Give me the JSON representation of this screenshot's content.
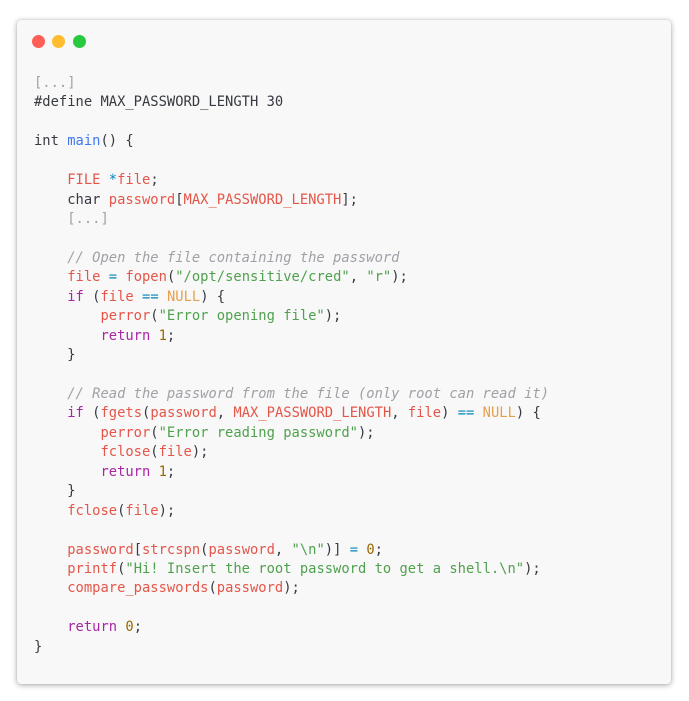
{
  "window": {
    "buttons": [
      {
        "name": "close-button",
        "color": "#ff5f56"
      },
      {
        "name": "minimize-button",
        "color": "#ffbd2e"
      },
      {
        "name": "maximize-button",
        "color": "#27c93f"
      }
    ]
  },
  "colors": {
    "plain": "#383a42",
    "comment": "#a0a1a7",
    "keyword": "#a626a4",
    "function": "#4078f2",
    "variable": "#e45649",
    "string": "#50a14f",
    "number": "#986801",
    "operator": "#0184bc",
    "null": "#e5a04d"
  },
  "code_lines": [
    [
      [
        "[...]",
        "comment"
      ]
    ],
    [
      [
        "#define MAX_PASSWORD_LENGTH 30",
        "plain"
      ]
    ],
    [],
    [
      [
        "int ",
        "plain"
      ],
      [
        "main",
        "function"
      ],
      [
        "() {",
        "plain"
      ]
    ],
    [],
    [
      [
        "    ",
        "plain"
      ],
      [
        "FILE ",
        "variable"
      ],
      [
        "*",
        "operator"
      ],
      [
        "file",
        "variable"
      ],
      [
        ";",
        "plain"
      ]
    ],
    [
      [
        "    char ",
        "plain"
      ],
      [
        "password",
        "variable"
      ],
      [
        "[",
        "plain"
      ],
      [
        "MAX_PASSWORD_LENGTH",
        "variable"
      ],
      [
        "];",
        "plain"
      ]
    ],
    [
      [
        "    ",
        "plain"
      ],
      [
        "[...]",
        "comment"
      ]
    ],
    [],
    [
      [
        "    ",
        "plain"
      ],
      [
        "// Open the file containing the password",
        "comment"
      ]
    ],
    [
      [
        "    ",
        "plain"
      ],
      [
        "file",
        "variable"
      ],
      [
        " = ",
        "operator"
      ],
      [
        "fopen",
        "variable"
      ],
      [
        "(",
        "plain"
      ],
      [
        "\"/opt/sensitive/cred\"",
        "string"
      ],
      [
        ", ",
        "plain"
      ],
      [
        "\"r\"",
        "string"
      ],
      [
        ");",
        "plain"
      ]
    ],
    [
      [
        "    ",
        "plain"
      ],
      [
        "if",
        "keyword"
      ],
      [
        " (",
        "plain"
      ],
      [
        "file",
        "variable"
      ],
      [
        " == ",
        "operator"
      ],
      [
        "NULL",
        "null"
      ],
      [
        ") {",
        "plain"
      ]
    ],
    [
      [
        "        ",
        "plain"
      ],
      [
        "perror",
        "variable"
      ],
      [
        "(",
        "plain"
      ],
      [
        "\"Error opening file\"",
        "string"
      ],
      [
        ");",
        "plain"
      ]
    ],
    [
      [
        "        ",
        "plain"
      ],
      [
        "return",
        "keyword"
      ],
      [
        " ",
        "plain"
      ],
      [
        "1",
        "number"
      ],
      [
        ";",
        "plain"
      ]
    ],
    [
      [
        "    }",
        "plain"
      ]
    ],
    [],
    [
      [
        "    ",
        "plain"
      ],
      [
        "// Read the password from the file (only root can read it)",
        "comment"
      ]
    ],
    [
      [
        "    ",
        "plain"
      ],
      [
        "if",
        "keyword"
      ],
      [
        " (",
        "plain"
      ],
      [
        "fgets",
        "variable"
      ],
      [
        "(",
        "plain"
      ],
      [
        "password",
        "variable"
      ],
      [
        ", ",
        "plain"
      ],
      [
        "MAX_PASSWORD_LENGTH",
        "variable"
      ],
      [
        ", ",
        "plain"
      ],
      [
        "file",
        "variable"
      ],
      [
        ") ",
        "plain"
      ],
      [
        "==",
        "operator"
      ],
      [
        " ",
        "plain"
      ],
      [
        "NULL",
        "null"
      ],
      [
        ") {",
        "plain"
      ]
    ],
    [
      [
        "        ",
        "plain"
      ],
      [
        "perror",
        "variable"
      ],
      [
        "(",
        "plain"
      ],
      [
        "\"Error reading password\"",
        "string"
      ],
      [
        ");",
        "plain"
      ]
    ],
    [
      [
        "        ",
        "plain"
      ],
      [
        "fclose",
        "variable"
      ],
      [
        "(",
        "plain"
      ],
      [
        "file",
        "variable"
      ],
      [
        ");",
        "plain"
      ]
    ],
    [
      [
        "        ",
        "plain"
      ],
      [
        "return",
        "keyword"
      ],
      [
        " ",
        "plain"
      ],
      [
        "1",
        "number"
      ],
      [
        ";",
        "plain"
      ]
    ],
    [
      [
        "    }",
        "plain"
      ]
    ],
    [
      [
        "    ",
        "plain"
      ],
      [
        "fclose",
        "variable"
      ],
      [
        "(",
        "plain"
      ],
      [
        "file",
        "variable"
      ],
      [
        ");",
        "plain"
      ]
    ],
    [],
    [
      [
        "    ",
        "plain"
      ],
      [
        "password",
        "variable"
      ],
      [
        "[",
        "plain"
      ],
      [
        "strcspn",
        "variable"
      ],
      [
        "(",
        "plain"
      ],
      [
        "password",
        "variable"
      ],
      [
        ", ",
        "plain"
      ],
      [
        "\"\\n\"",
        "string"
      ],
      [
        ")] ",
        "plain"
      ],
      [
        "=",
        "operator"
      ],
      [
        " ",
        "plain"
      ],
      [
        "0",
        "number"
      ],
      [
        ";",
        "plain"
      ]
    ],
    [
      [
        "    ",
        "plain"
      ],
      [
        "printf",
        "variable"
      ],
      [
        "(",
        "plain"
      ],
      [
        "\"Hi! Insert the root password to get a shell.\\n\"",
        "string"
      ],
      [
        ");",
        "plain"
      ]
    ],
    [
      [
        "    ",
        "plain"
      ],
      [
        "compare_passwords",
        "variable"
      ],
      [
        "(",
        "plain"
      ],
      [
        "password",
        "variable"
      ],
      [
        ");",
        "plain"
      ]
    ],
    [],
    [
      [
        "    ",
        "plain"
      ],
      [
        "return",
        "keyword"
      ],
      [
        " ",
        "plain"
      ],
      [
        "0",
        "number"
      ],
      [
        ";",
        "plain"
      ]
    ],
    [
      [
        "}",
        "plain"
      ]
    ]
  ]
}
